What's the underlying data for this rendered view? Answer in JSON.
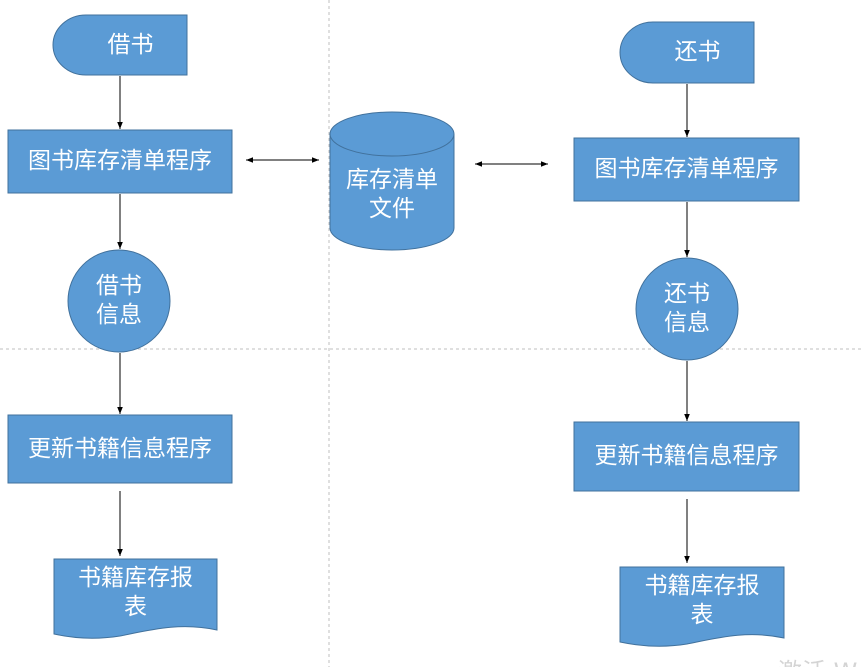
{
  "colors": {
    "fill": "#5b9bd5",
    "stroke": "#41719c",
    "text": "#ffffff",
    "arrow": "#000000",
    "divider": "#bfbfbf"
  },
  "left": {
    "event": "借书",
    "process_inventory": "图书库存清单程序",
    "data_flow": "借书\n信息",
    "process_update": "更新书籍信息程序",
    "report": "书籍库存报\n表"
  },
  "center": {
    "datastore": "库存清单\n文件"
  },
  "right": {
    "event": "还书",
    "process_inventory": "图书库存清单程序",
    "data_flow": "还书\n信息",
    "process_update": "更新书籍信息程序",
    "report": "书籍库存报\n表"
  },
  "watermark": "激活 W"
}
